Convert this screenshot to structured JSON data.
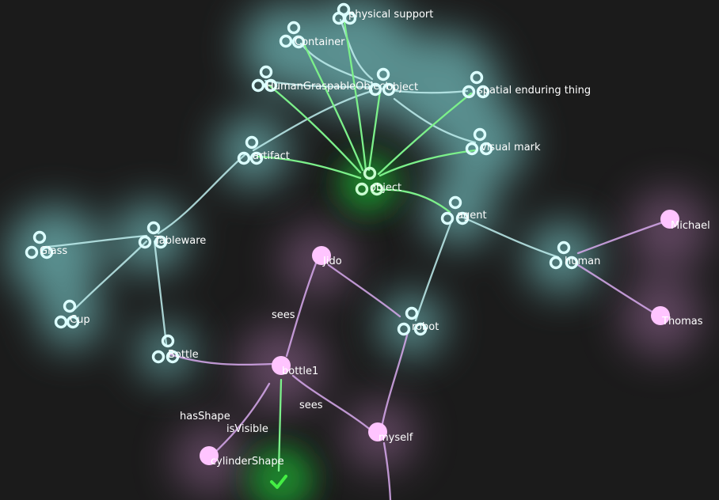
{
  "colors": {
    "background": "#1b1b1b",
    "class_glow": "#7fd0d0",
    "class_node": "#d8ffff",
    "class_edge": "#bfeeee",
    "instance_glow": "#a878a8",
    "instance_node": "#ffc4ff",
    "instance_edge": "#d8aaee",
    "focus_glow": "#1f8f2f",
    "focus_edge": "#7cf08a",
    "check": "#44ee44"
  },
  "nodes": {
    "physical_support": "physical support",
    "container": "Container",
    "human_graspable_object": "HumanGraspableObject",
    "object_top": "object",
    "spatial_enduring_thing": "spatial enduring thing",
    "visual_mark": "visual mark",
    "artifact": "artifact",
    "object_focus": "object",
    "agent": "agent",
    "glass": "Glass",
    "tableware": "Tableware",
    "human": "human",
    "michael": "Michael",
    "jido": "Jido",
    "cup": "Cup",
    "robot": "robot",
    "thomas": "Thomas",
    "bottle": "Bottle",
    "bottle1": "bottle1",
    "myself": "myself",
    "cylinder_shape": "cylinderShape"
  },
  "edge_labels": {
    "jido_sees": "sees",
    "bottle1_hasshape": "hasShape",
    "bottle1_isvisible": "isVisible",
    "myself_sees": "sees"
  },
  "icons": {
    "class_node": "ring-cluster-icon",
    "instance_node": "pink-dot-icon",
    "visible_marker": "check-icon"
  }
}
